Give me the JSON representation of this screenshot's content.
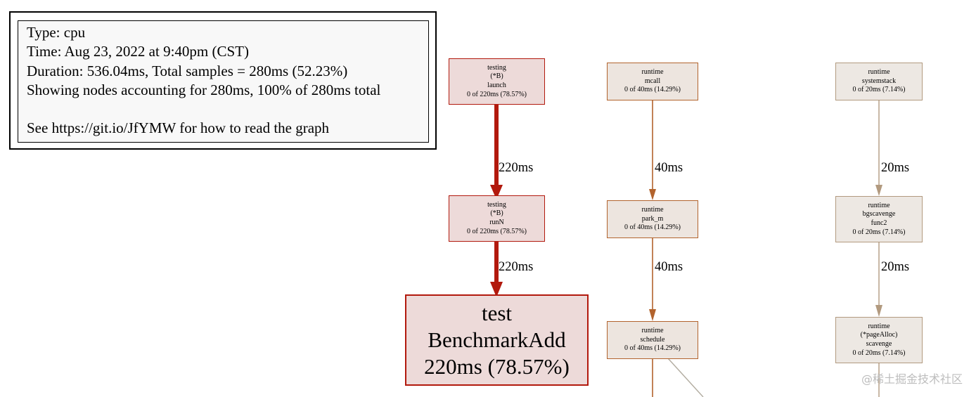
{
  "legend": {
    "type": "Type: cpu",
    "time": "Time: Aug 23, 2022 at 9:40pm (CST)",
    "duration": "Duration: 536.04ms, Total samples = 280ms (52.23%)",
    "showing": "Showing nodes accounting for 280ms, 100% of 280ms total",
    "help": "See https://git.io/JfYMW for how to read the graph"
  },
  "nodes": {
    "launch": {
      "line1": "testing",
      "line2": "(*B)",
      "line3": "launch",
      "stat": "0 of 220ms (78.57%)"
    },
    "runN": {
      "line1": "testing",
      "line2": "(*B)",
      "line3": "runN",
      "stat": "0 of 220ms (78.57%)"
    },
    "benchmark": {
      "line1": "test",
      "line2": "BenchmarkAdd",
      "stat": "220ms (78.57%)"
    },
    "mcall": {
      "line1": "runtime",
      "line2": "mcall",
      "stat": "0 of 40ms (14.29%)"
    },
    "park_m": {
      "line1": "runtime",
      "line2": "park_m",
      "stat": "0 of 40ms (14.29%)"
    },
    "schedule": {
      "line1": "runtime",
      "line2": "schedule",
      "stat": "0 of 40ms (14.29%)"
    },
    "systemstack": {
      "line1": "runtime",
      "line2": "systemstack",
      "stat": "0 of 20ms (7.14%)"
    },
    "bgscavenge": {
      "line1": "runtime",
      "line2": "bgscavenge",
      "line3": "func2",
      "stat": "0 of 20ms (7.14%)"
    },
    "scavenge": {
      "line1": "runtime",
      "line2": "(*pageAlloc)",
      "line3": "scavenge",
      "stat": "0 of 20ms (7.14%)"
    }
  },
  "edges": {
    "launch_runN": "220ms",
    "runN_bench": "220ms",
    "mcall_park": "40ms",
    "park_schedule": "40ms",
    "sys_bg": "20ms",
    "bg_scav": "20ms"
  },
  "colors": {
    "hot_edge": "#b2190d",
    "warm_edge": "#b2632d",
    "cool_edge": "#b29a7f",
    "faint_edge": "#b2aca0"
  },
  "watermark": "@稀土掘金技术社区"
}
